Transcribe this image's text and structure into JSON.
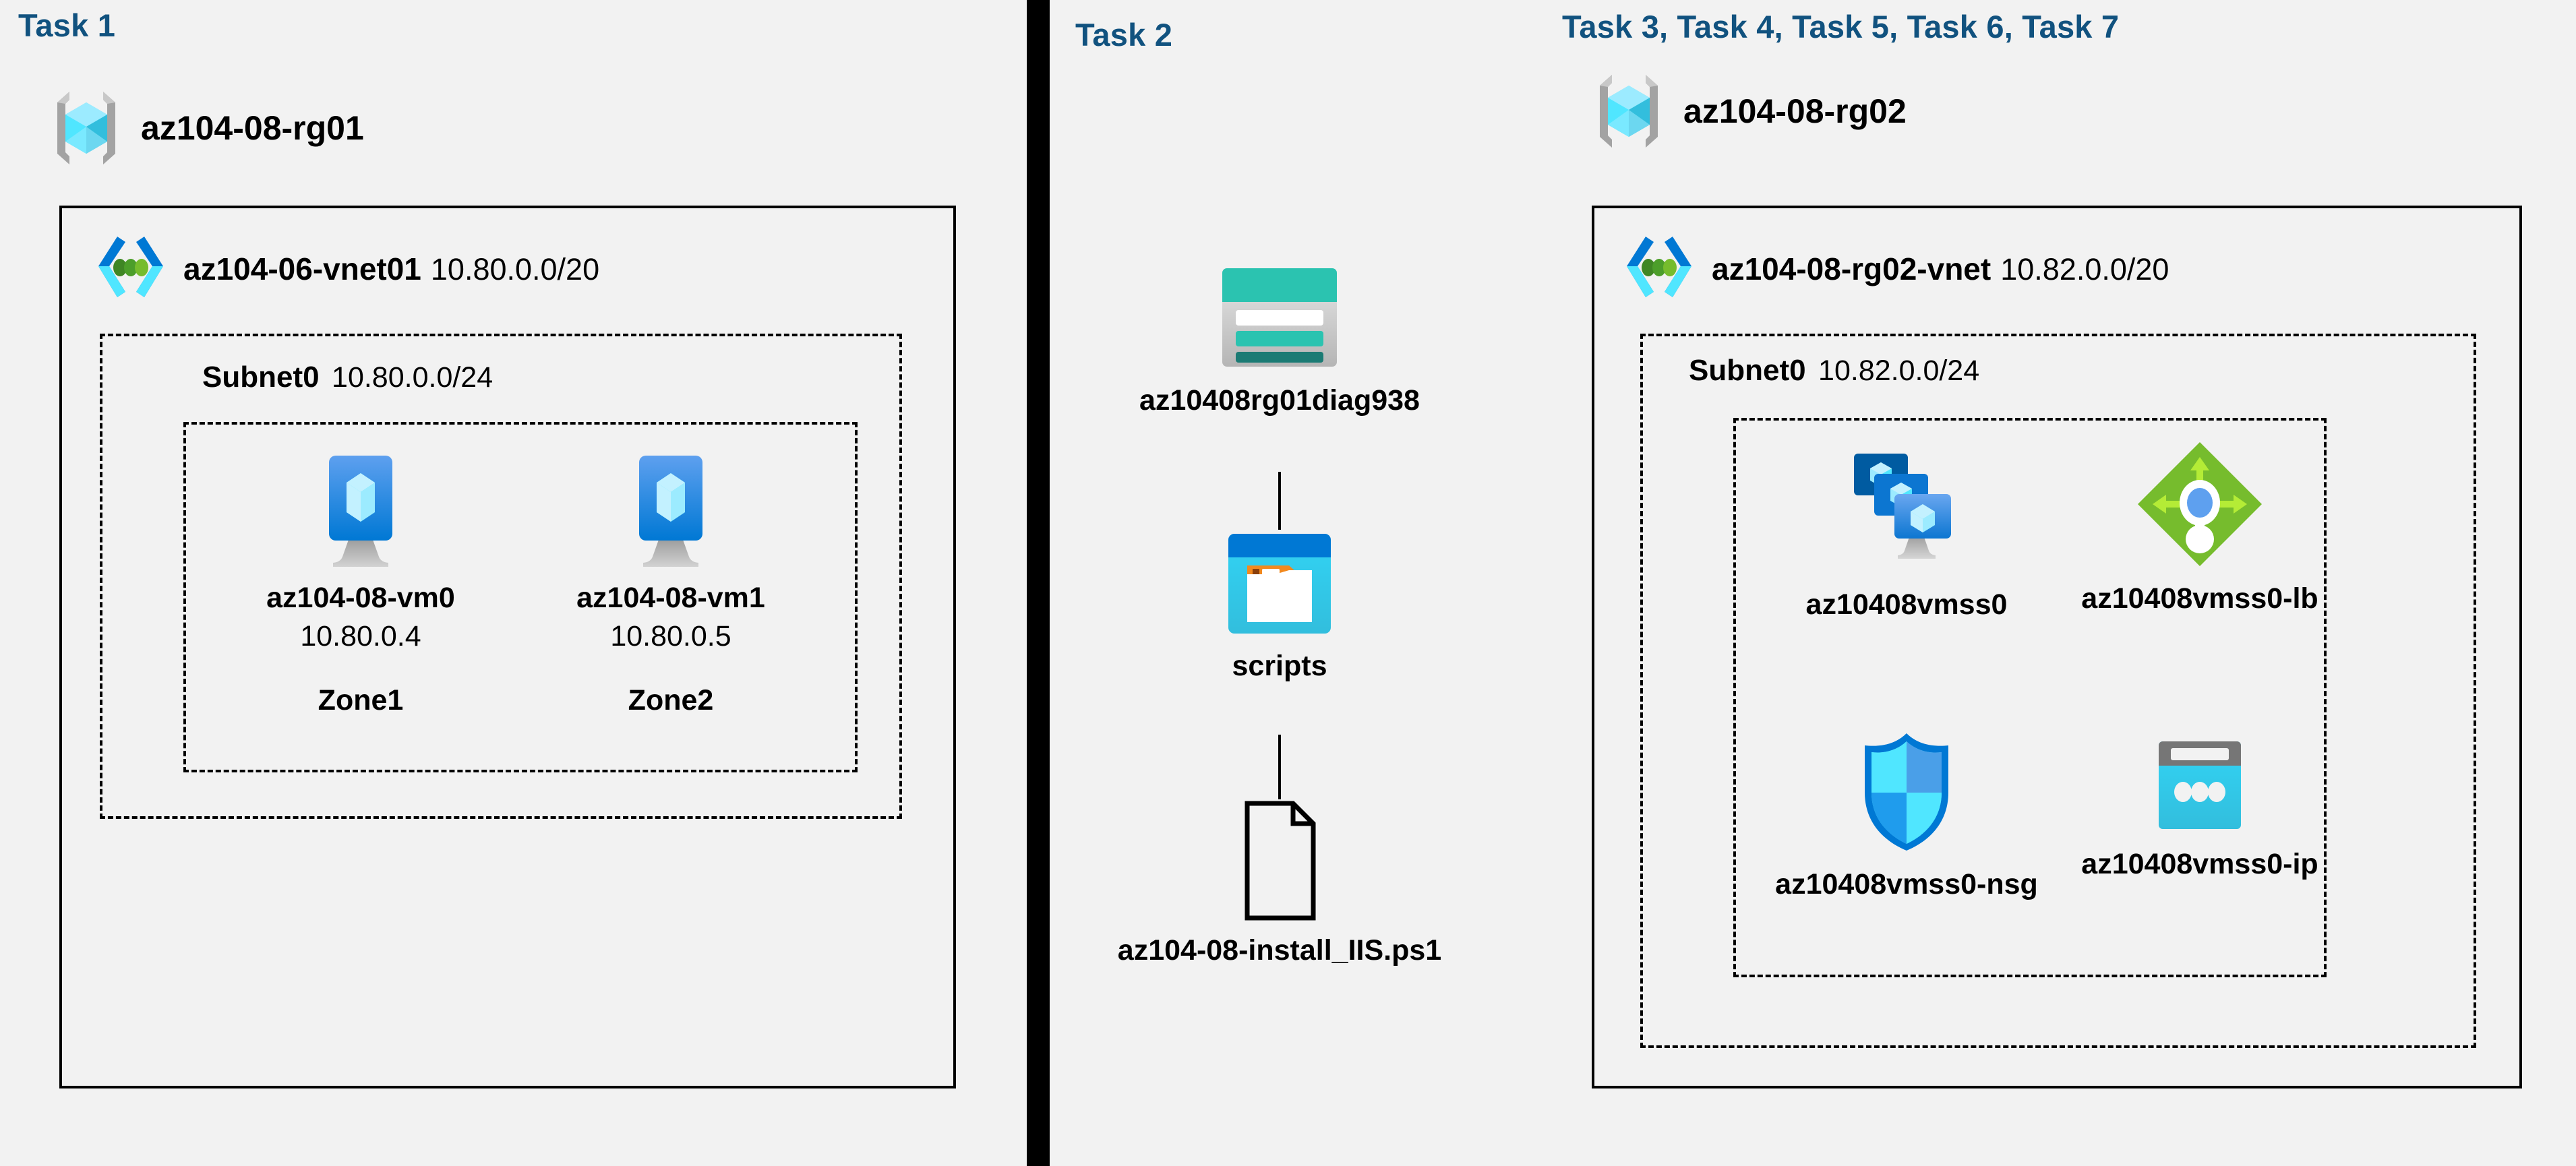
{
  "diagram": {
    "title": "Azure AZ-104 Lab 08 architecture diagram",
    "background_color": "#f2f2f2",
    "task_title_color": "#11527f"
  },
  "panels": [
    {
      "id": "task1",
      "title": "Task 1",
      "resource_group": {
        "icon": "resource-group-icon",
        "name": "az104-08-rg01"
      },
      "vnet": {
        "icon": "virtual-network-icon",
        "name": "az104-06-vnet01",
        "cidr": "10.80.0.0/20"
      },
      "subnet": {
        "name": "Subnet0",
        "cidr": "10.80.0.0/24"
      },
      "vms": [
        {
          "icon": "virtual-machine-icon",
          "name": "az104-08-vm0",
          "ip": "10.80.0.4",
          "zone": "Zone1"
        },
        {
          "icon": "virtual-machine-icon",
          "name": "az104-08-vm1",
          "ip": "10.80.0.5",
          "zone": "Zone2"
        }
      ]
    },
    {
      "id": "task2",
      "title": "Task 2",
      "items": [
        {
          "icon": "storage-account-icon",
          "name": "az10408rg01diag938"
        },
        {
          "icon": "blob-container-icon",
          "name": "scripts"
        },
        {
          "icon": "file-document-icon",
          "name": "az104-08-install_IIS.ps1"
        }
      ]
    },
    {
      "id": "task3",
      "title": "Task 3, Task 4, Task 5, Task 6, Task 7",
      "resource_group": {
        "icon": "resource-group-icon",
        "name": "az104-08-rg02"
      },
      "vnet": {
        "icon": "virtual-network-icon",
        "name": "az104-08-rg02-vnet",
        "cidr": "10.82.0.0/20"
      },
      "subnet": {
        "name": "Subnet0",
        "cidr": "10.82.0.0/24"
      },
      "resources": [
        {
          "icon": "vm-scale-set-icon",
          "name": "az10408vmss0"
        },
        {
          "icon": "load-balancer-icon",
          "name": "az10408vmss0-lb"
        },
        {
          "icon": "network-security-group-icon",
          "name": "az10408vmss0-nsg"
        },
        {
          "icon": "public-ip-address-icon",
          "name": "az10408vmss0-ip"
        }
      ]
    }
  ],
  "colors": {
    "azure_blue": "#0078d4",
    "azure_cyan": "#50e6ff",
    "azure_light_cyan": "#9cebff",
    "teal": "#2bc3b0",
    "dark_teal": "#1b7b74",
    "green": "#76bc2d",
    "light_green": "#b4ec36",
    "gray": "#767676",
    "divider_black": "#000000"
  }
}
